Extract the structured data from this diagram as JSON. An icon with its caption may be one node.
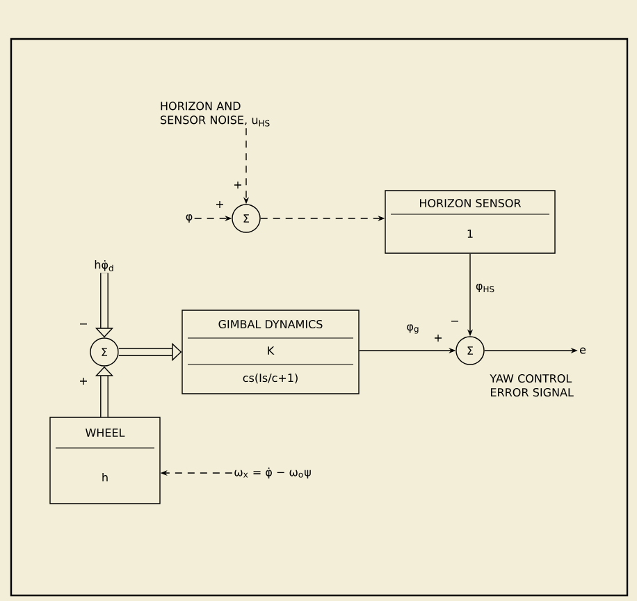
{
  "diagram": {
    "nodes": [
      {
        "text": [
          "φ"
        ]
      },
      {
        "text": [
          "HORIZON AND SENSOR NOISE, u$_{HS}$"
        ]
      },
      {
        "text": [
          "Σ"
        ]
      },
      {
        "text": [
          "HORIZON SENSOR",
          "1"
        ]
      },
      {
        "text": [
          "hφ̇$_{d}$"
        ]
      },
      {
        "text": [
          "Σ"
        ]
      },
      {
        "text": [
          "GIMBAL DYNAMICS",
          "K",
          "cs(Is/c+1)"
        ]
      },
      {
        "text": [
          "WHEEL",
          "h"
        ]
      },
      {
        "text": [
          "ω$_{x}$ = φ̇ − ω$_{o}$ψ"
        ]
      },
      {
        "text": [
          "Σ"
        ]
      },
      {
        "text": [
          "e"
        ]
      }
    ],
    "edges": [
      {
        "from": 0,
        "to": 2,
        "arrow": "to",
        "style": "dashed"
      },
      {
        "from": 1,
        "to": 2,
        "arrow": "to",
        "style": "dashed"
      },
      {
        "from": 2,
        "to": 3,
        "arrow": "to",
        "style": "dashed"
      },
      {
        "from": 4,
        "to": 5,
        "arrow": "to",
        "style": "thick"
      },
      {
        "from": 7,
        "to": 5,
        "arrow": "to",
        "style": "thick"
      },
      {
        "from": 5,
        "to": 6,
        "arrow": "to",
        "style": "thick"
      },
      {
        "from": 6,
        "to": 9,
        "arrow": "to",
        "label": "φ$_{g}$"
      },
      {
        "from": 3,
        "to": 9,
        "arrow": "to",
        "label": "φ$_{HS}$"
      },
      {
        "from": 9,
        "to": 10,
        "arrow": "to"
      },
      {
        "from": 8,
        "to": 7,
        "arrow": "to",
        "style": "dashed"
      }
    ],
    "labels": [
      "+",
      "+",
      "−",
      "+",
      "−",
      "+",
      "YAW CONTROL ERROR SIGNAL"
    ]
  }
}
